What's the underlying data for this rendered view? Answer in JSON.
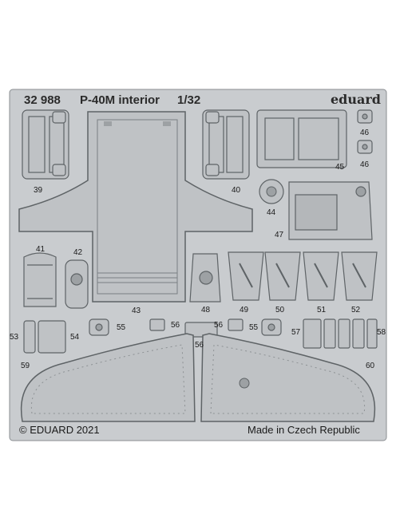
{
  "header": {
    "catalog_number": "32 988",
    "title": "P-40M interior",
    "scale": "1/32",
    "brand": "eduard"
  },
  "footer": {
    "copyright": "© EDUARD 2021",
    "origin": "Made in Czech Republic"
  },
  "part_labels": {
    "p39": "39",
    "p40": "40",
    "p41": "41",
    "p42": "42",
    "p43": "43",
    "p44": "44",
    "p45": "45",
    "p46a": "46",
    "p46b": "46",
    "p47": "47",
    "p48": "48",
    "p49": "49",
    "p50": "50",
    "p51": "51",
    "p52": "52",
    "p53": "53",
    "p54": "54",
    "p55a": "55",
    "p55b": "55",
    "p56a": "56",
    "p56b": "56",
    "p56c": "56",
    "p57": "57",
    "p58": "58",
    "p59": "59",
    "p60": "60"
  },
  "colors": {
    "fret": "#c9cccf",
    "part": "#bfc2c5",
    "outline": "#5e6366",
    "text": "#2b2b2b"
  }
}
